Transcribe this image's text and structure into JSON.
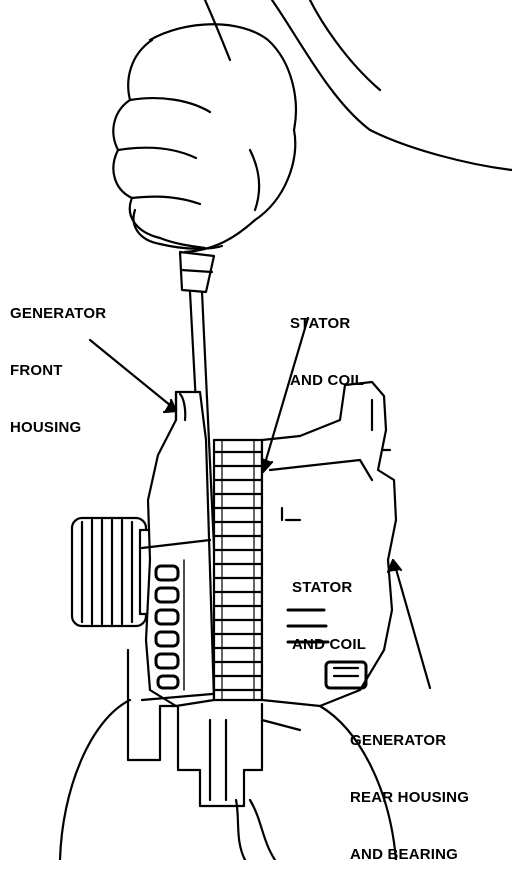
{
  "labels": {
    "generator_front_housing": [
      "GENERATOR",
      "FRONT",
      "HOUSING"
    ],
    "stator_and_coil_top": [
      "STATOR",
      "AND COIL"
    ],
    "stator_and_coil_body": [
      "STATOR",
      "AND COIL"
    ],
    "generator_rear_housing": [
      "GENERATOR",
      "REAR HOUSING",
      "AND BEARING"
    ]
  },
  "colors": {
    "ink": "#000000",
    "paper": "#ffffff"
  }
}
